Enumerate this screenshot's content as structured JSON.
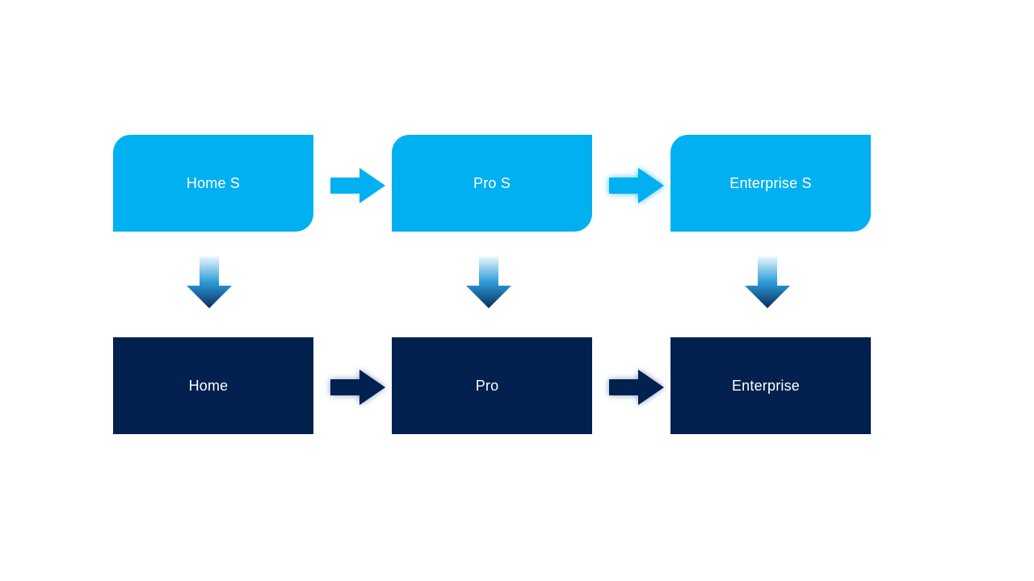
{
  "diagram": {
    "columns": [
      {
        "top_label": "Home S",
        "bottom_label": "Home"
      },
      {
        "top_label": "Pro S",
        "bottom_label": "Pro"
      },
      {
        "top_label": "Enterprise S",
        "bottom_label": "Enterprise"
      }
    ],
    "colors": {
      "background": "#FFFFFF",
      "top_box": "#00B0F0",
      "bottom_box": "#02214F",
      "light_arrow": "#00B0F0",
      "dark_arrow": "#02214F",
      "v_arrow_gradient_top": "#EAF6FD",
      "v_arrow_gradient_mid": "#2B9BD8",
      "v_arrow_gradient_bottom": "#0A2C5E",
      "label_text": "#FFFFFF"
    }
  }
}
